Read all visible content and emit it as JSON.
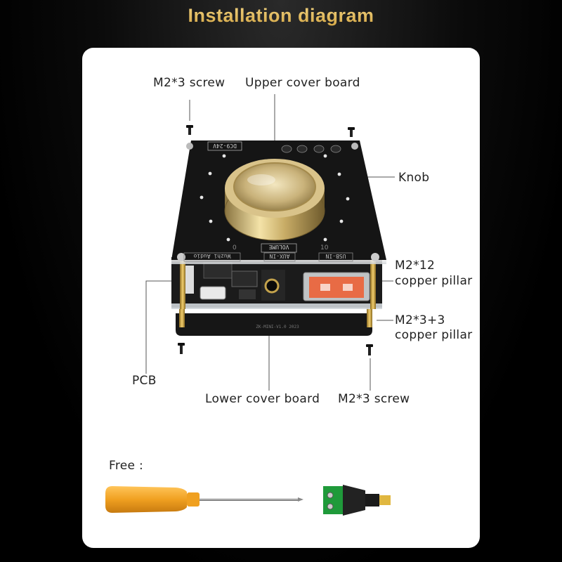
{
  "title": "Installation diagram",
  "labels": {
    "screw_top": "M2*3 screw",
    "upper_cover": "Upper cover board",
    "knob": "Knob",
    "pillar12_a": "M2*12",
    "pillar12_b": "copper pillar",
    "pillar33_a": "M2*3+3",
    "pillar33_b": "copper pillar",
    "pcb": "PCB",
    "lower_cover": "Lower cover board",
    "screw_bottom": "M2*3 screw",
    "free": "Free :"
  },
  "board_text": {
    "voltage": "DC9-24V",
    "volume": "VOLUME",
    "brand": "Wuzhi Audio",
    "aux": "AUX-IN",
    "usb": "USB-IN",
    "zero": "0",
    "ten": "10"
  },
  "colors": {
    "title_gold": "#e9c877",
    "card": "#ffffff",
    "pcb": "#141414",
    "knob_gold": "#c8b27a",
    "copper": "#c9a24a",
    "handle_orange": "#f0a020"
  }
}
